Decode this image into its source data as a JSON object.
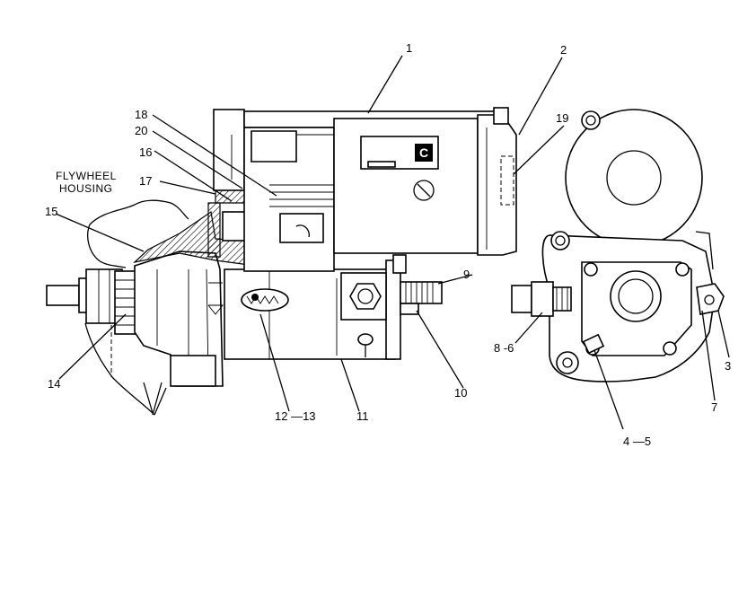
{
  "callouts": {
    "c1": "1",
    "c2": "2",
    "c3": "3",
    "c4_5": "4 —5",
    "c7": "7",
    "c8_6": "8 -6",
    "c9": "9",
    "c10": "10",
    "c11": "11",
    "c12_13": "12 —13",
    "c14": "14",
    "c15": "15",
    "c16": "16",
    "c17": "17",
    "c18": "18",
    "c19": "19",
    "c20": "20"
  },
  "flywheel_housing": {
    "line1": "FLYWHEEL",
    "line2": "HOUSING"
  },
  "icons": {
    "brand": "cat-logo-icon"
  }
}
